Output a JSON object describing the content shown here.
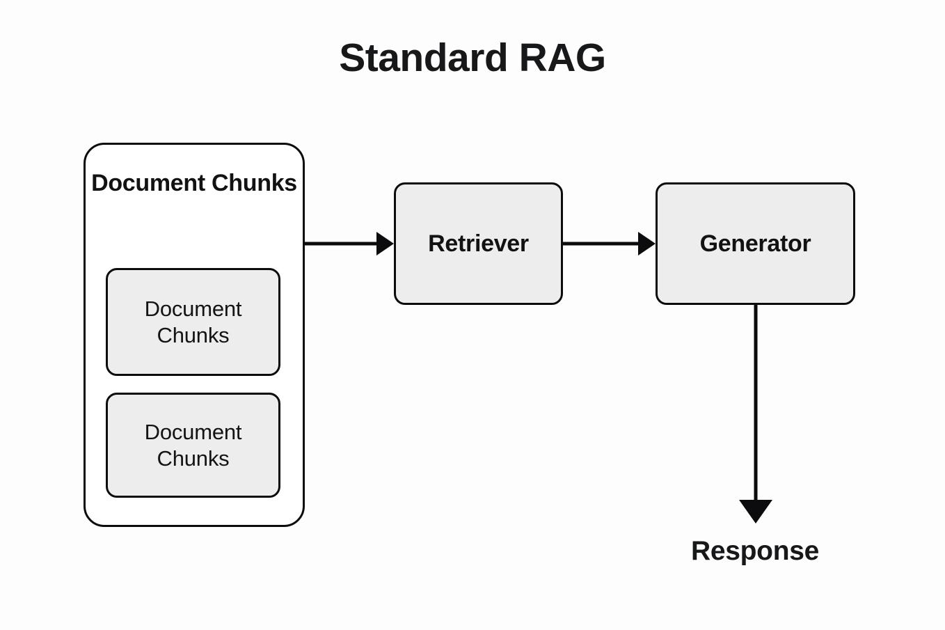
{
  "diagram": {
    "title": "Standard RAG",
    "background_color": "#fdfdfd",
    "stroke_color": "#0c0c0e",
    "box_fill_color": "#ededed",
    "container_fill_color": "#ffffff",
    "text_color": "#121214"
  },
  "document_store": {
    "title": "Document Chunks",
    "chunks": [
      {
        "label": "Document Chunks"
      },
      {
        "label": "Document Chunks"
      }
    ]
  },
  "nodes": [
    {
      "id": "retriever",
      "label": "Retriever"
    },
    {
      "id": "generator",
      "label": "Generator"
    }
  ],
  "output": {
    "label": "Response"
  },
  "edges": [
    {
      "from": "document-store",
      "to": "retriever",
      "direction": "right",
      "style": "solid-arrow"
    },
    {
      "from": "retriever",
      "to": "generator",
      "direction": "right",
      "style": "solid-arrow"
    },
    {
      "from": "generator",
      "to": "response",
      "direction": "down",
      "style": "solid-arrow"
    }
  ]
}
